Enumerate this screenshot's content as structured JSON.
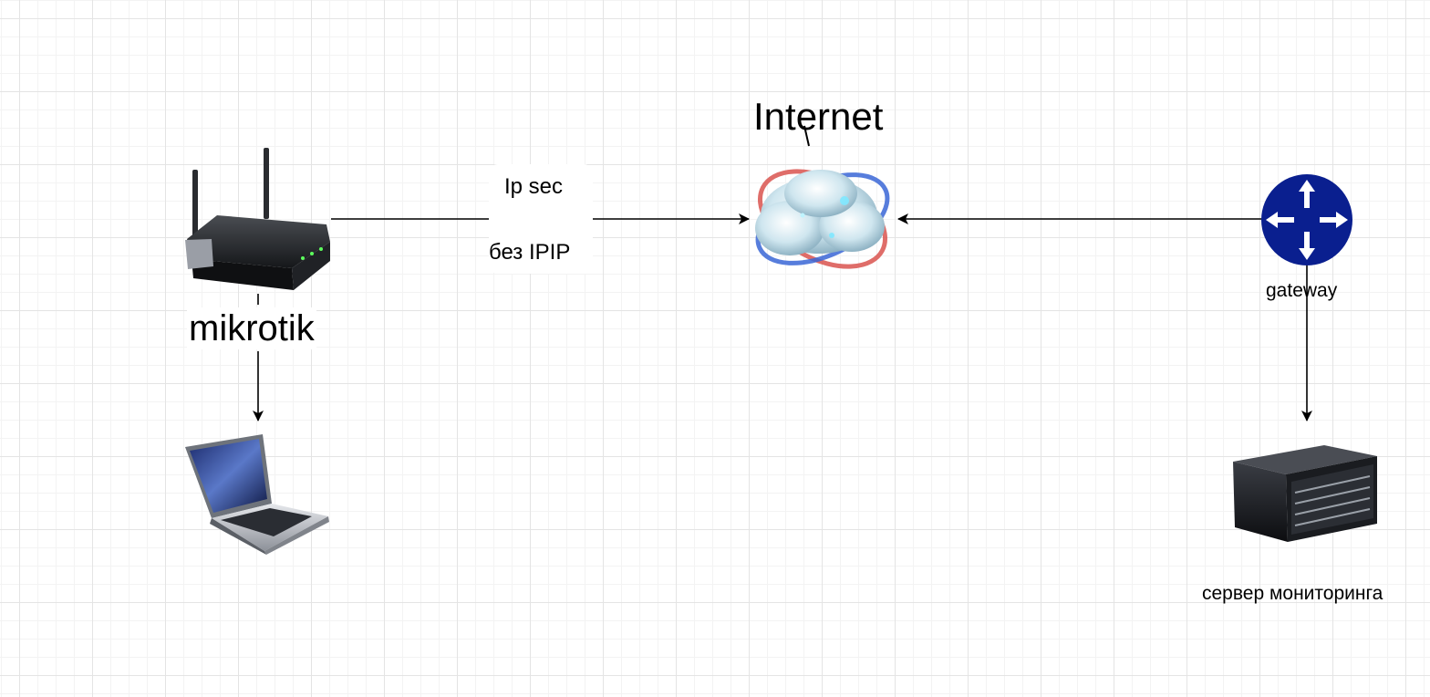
{
  "nodes": {
    "internet": {
      "label": "Internet",
      "icon": "cloud-globe-icon"
    },
    "mikrotik": {
      "label": "mikrotik",
      "icon": "wifi-router-icon"
    },
    "laptop": {
      "label": "",
      "icon": "laptop-icon"
    },
    "gateway": {
      "label": "gateway",
      "icon": "router-symbol-icon"
    },
    "server": {
      "label": "сервер мониторинга",
      "icon": "rack-server-icon"
    }
  },
  "edges": {
    "mikrotik_internet": {
      "line1": "Ip sec",
      "line2": "без IPIP"
    }
  },
  "colors": {
    "router_symbol": "#0a1f8f",
    "edge": "#000000",
    "grid": "#e4e4e4"
  }
}
